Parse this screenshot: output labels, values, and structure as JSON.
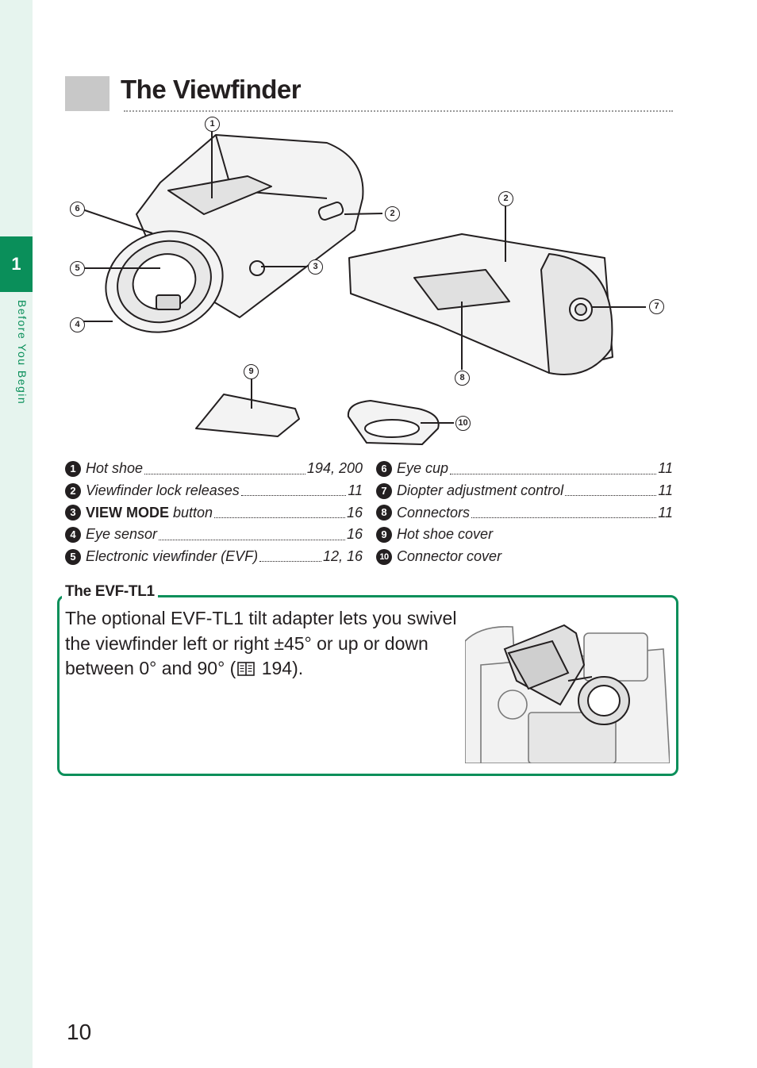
{
  "sidebar": {
    "chapter_number": "1",
    "chapter_label": "Before You Begin"
  },
  "header": {
    "title": "The Viewfinder"
  },
  "figure": {
    "callouts": [
      "1",
      "2",
      "3",
      "4",
      "5",
      "6",
      "2",
      "7",
      "8",
      "9",
      "10"
    ]
  },
  "legend": {
    "left": [
      {
        "num": "1",
        "label": "Hot shoe",
        "pages": "194, 200"
      },
      {
        "num": "2",
        "label": "Viewfinder lock releases",
        "pages": "11"
      },
      {
        "num": "3",
        "label_bold": "VIEW MODE",
        "label": " button",
        "pages": "16"
      },
      {
        "num": "4",
        "label": "Eye sensor",
        "pages": "16"
      },
      {
        "num": "5",
        "label": "Electronic viewfinder (EVF)",
        "pages": "12, 16"
      }
    ],
    "right": [
      {
        "num": "6",
        "label": "Eye cup",
        "pages": "11"
      },
      {
        "num": "7",
        "label": "Diopter adjustment control",
        "pages": "11"
      },
      {
        "num": "8",
        "label": "Connectors",
        "pages": "11"
      },
      {
        "num": "9",
        "label": "Hot shoe cover",
        "pages": ""
      },
      {
        "num": "10",
        "label": "Connector cover",
        "pages": ""
      }
    ]
  },
  "note": {
    "title": "The EVF-TL1",
    "text_before": "The optional EVF-TL1 tilt adapter lets you swivel the viewfinder left or right ±45° or up or down between 0° and 90° (",
    "page_ref": " 194",
    "text_after": ")."
  },
  "footer": {
    "page_number": "10"
  }
}
